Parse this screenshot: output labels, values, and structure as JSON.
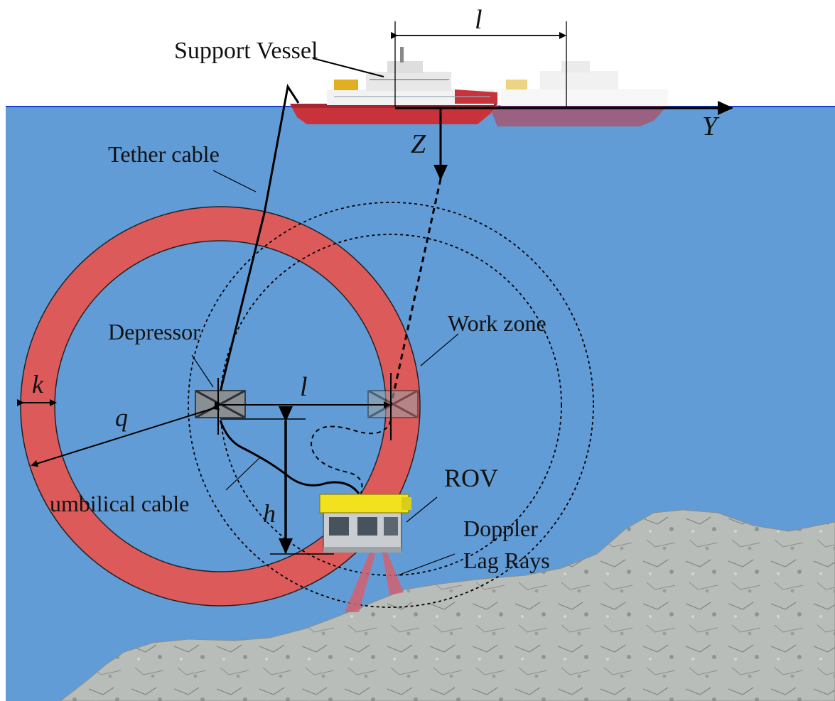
{
  "labels": {
    "support_vessel": "Support Vessel",
    "tether_cable": "Tether cable",
    "depressor": "Depressor",
    "work_zone": "Work zone",
    "umbilical_cable": "umbilical cable",
    "rov": "ROV",
    "doppler_line1": "Doppler",
    "doppler_line2": "Lag Rays"
  },
  "symbols": {
    "l_top": "l",
    "l_mid": "l",
    "k": "k",
    "q": "q",
    "h": "h",
    "y_axis": "Y",
    "z_axis": "Z"
  },
  "colors": {
    "sea": "#629cd6",
    "waterline": "#1a3fd0",
    "ring": "#dd5a5a",
    "rock": "#b9bdb9",
    "hull_red": "#c8323a",
    "hull_white": "#f2f2f2",
    "rov_yellow": "#f2e21e",
    "beam": "#d4606e"
  }
}
